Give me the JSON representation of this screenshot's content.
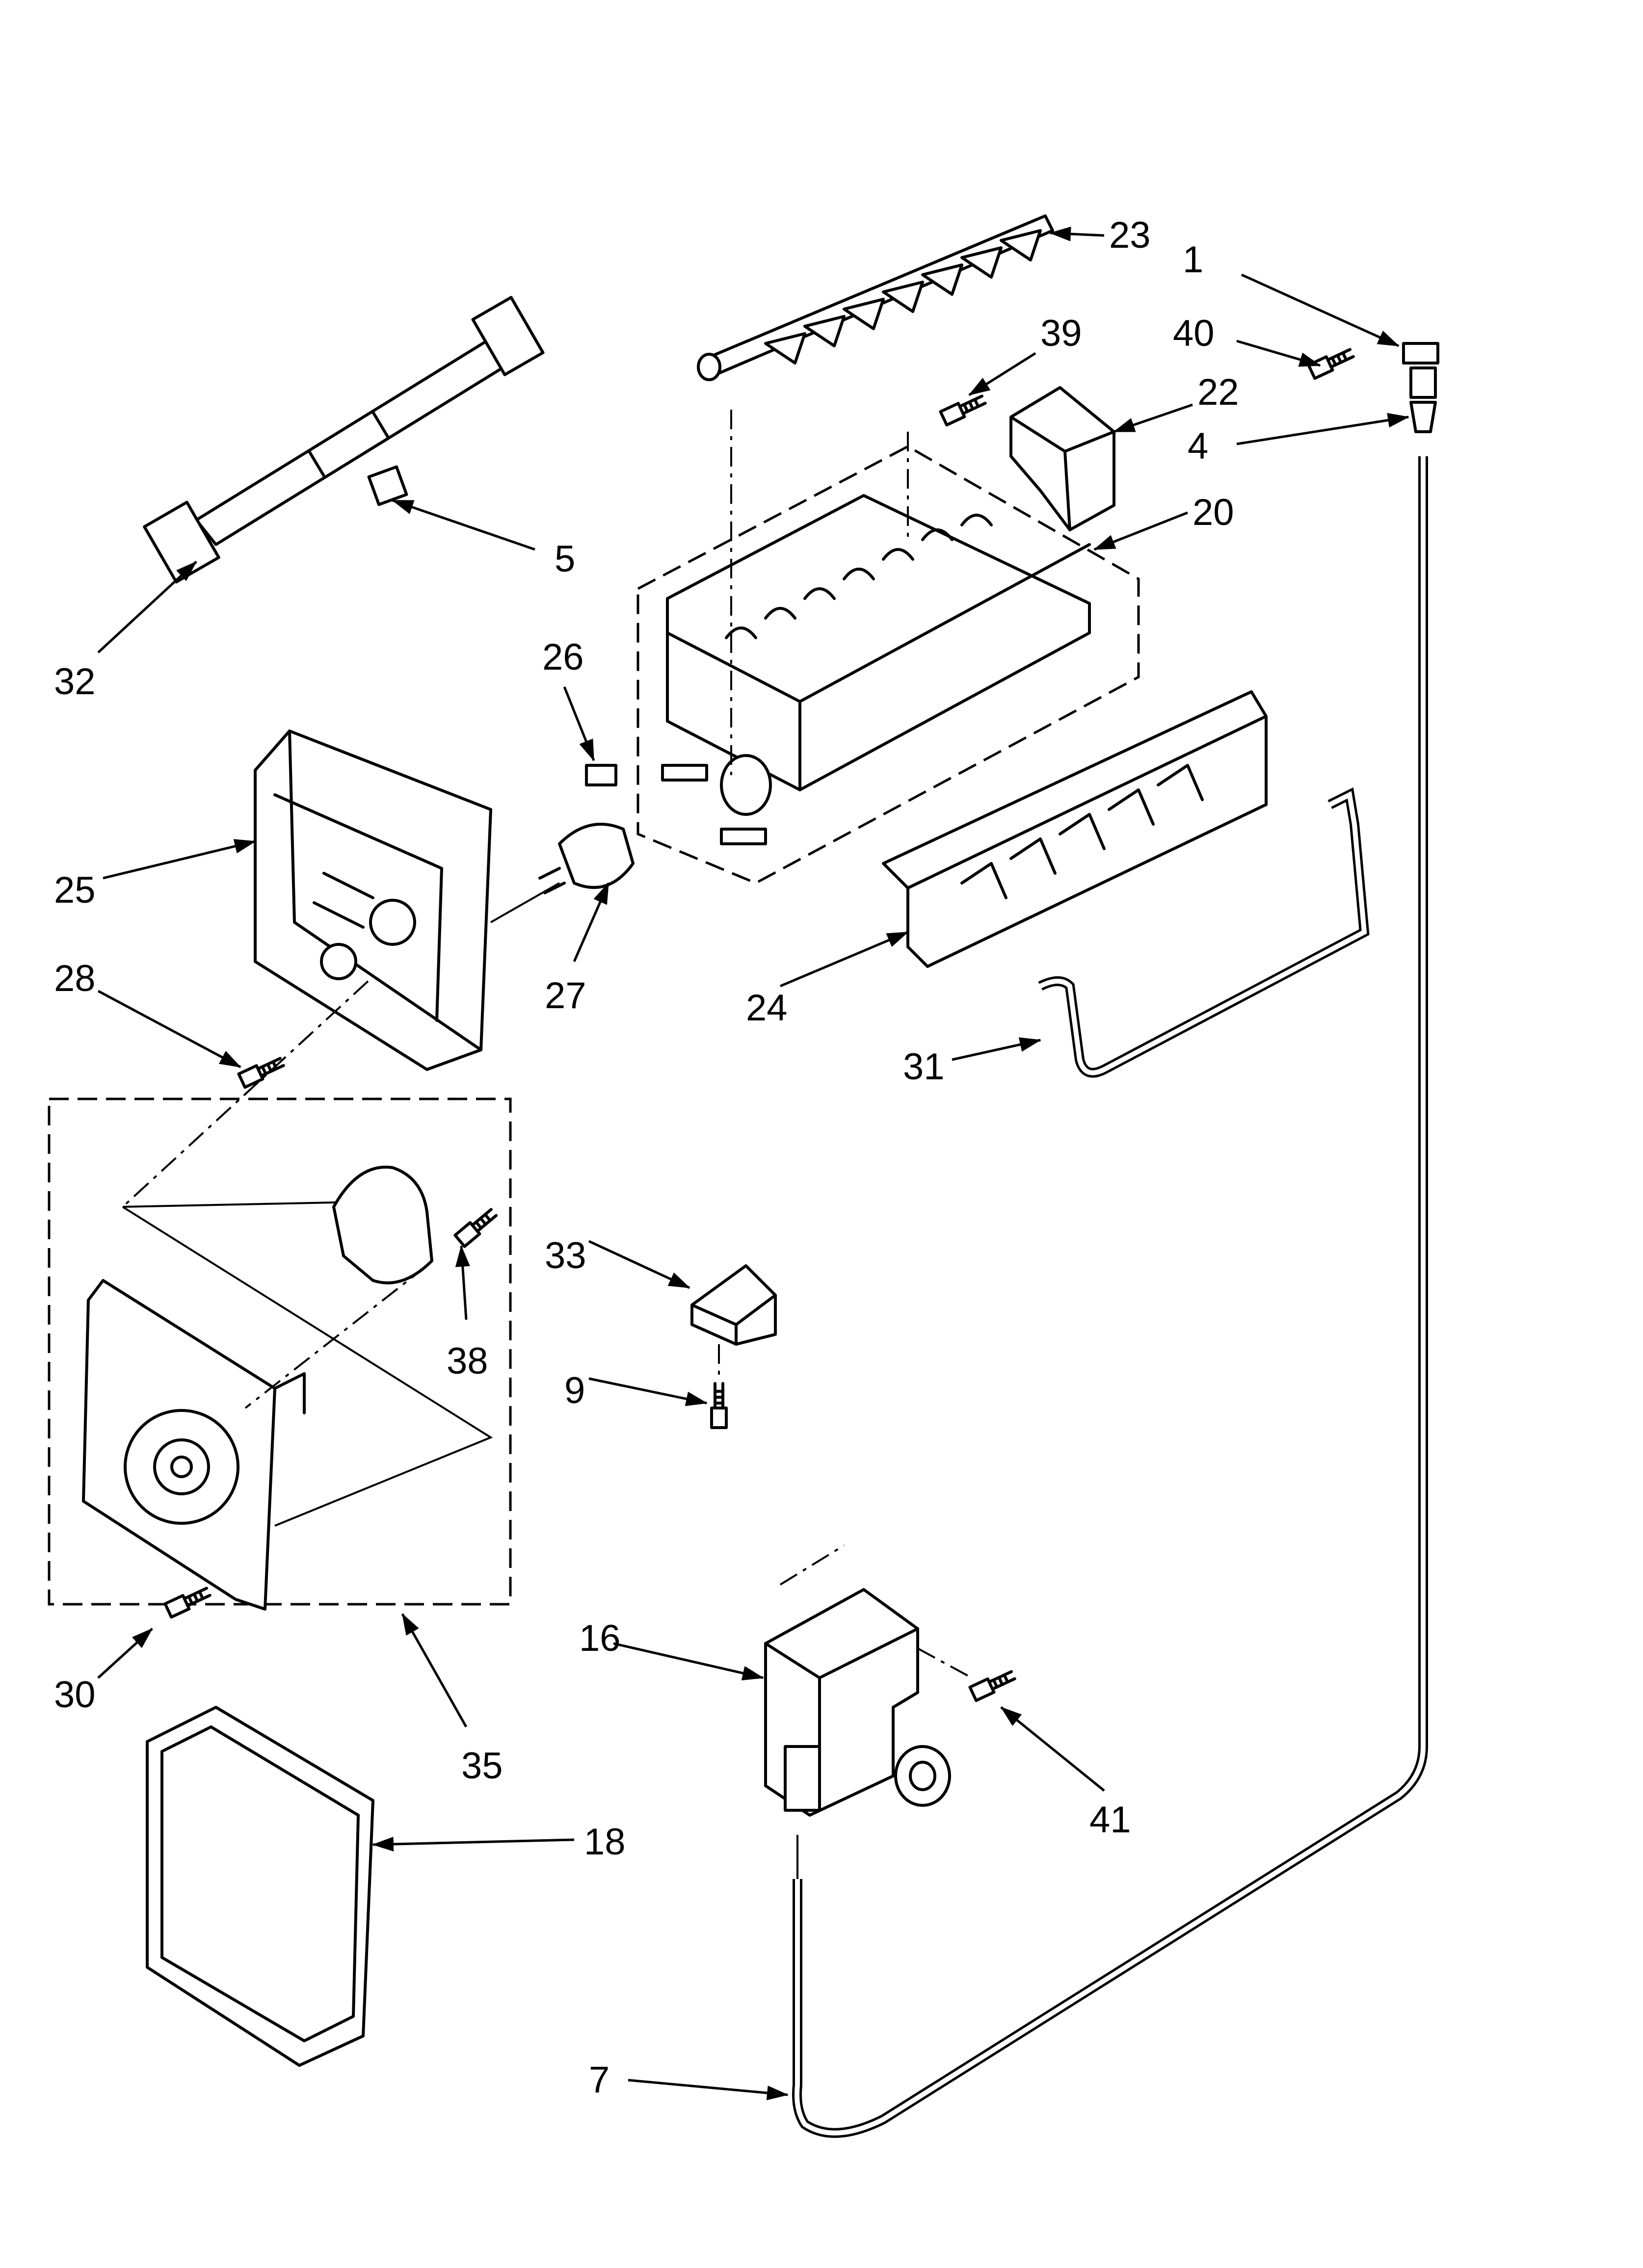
{
  "diagram": {
    "callouts": [
      "23",
      "1",
      "39",
      "40",
      "22",
      "4",
      "20",
      "5",
      "32",
      "26",
      "25",
      "27",
      "28",
      "24",
      "31",
      "33",
      "38",
      "9",
      "16",
      "41",
      "30",
      "35",
      "18",
      "7"
    ],
    "icons": {
      "arrowhead": "arrow-head-icon",
      "screw": "screw-icon"
    }
  }
}
